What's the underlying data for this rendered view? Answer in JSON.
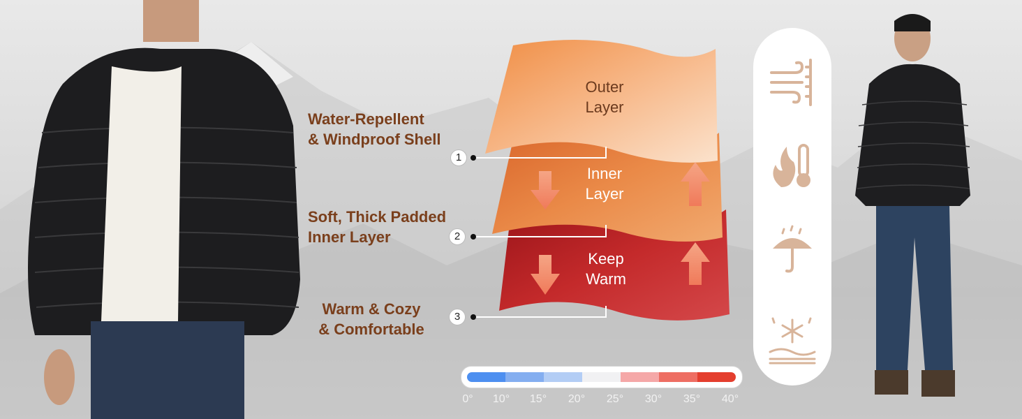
{
  "features": [
    {
      "lines": [
        "Water-Repellent",
        "& Windproof Shell"
      ],
      "number": "1"
    },
    {
      "lines": [
        "Soft, Thick Padded",
        "Inner Layer"
      ],
      "number": "2"
    },
    {
      "lines": [
        "Warm & Cozy",
        "& Comfortable"
      ],
      "number": "3"
    }
  ],
  "layers": [
    {
      "lines": [
        "Outer",
        "Layer"
      ],
      "color": "#f3b486",
      "text_color": "#6b3a1e"
    },
    {
      "lines": [
        "Inner",
        "Layer"
      ],
      "color": "#e67a34",
      "text_color": "#ffffff"
    },
    {
      "lines": [
        "Keep",
        "Warm"
      ],
      "color": "#c0252a",
      "text_color": "#ffffff"
    }
  ],
  "icons": [
    {
      "name": "wind-icon"
    },
    {
      "name": "heat-thermometer-icon"
    },
    {
      "name": "rain-umbrella-icon"
    },
    {
      "name": "snow-insulation-icon"
    }
  ],
  "temperature_scale": {
    "ticks": [
      "0°",
      "10°",
      "15°",
      "20°",
      "25°",
      "30°",
      "35°",
      "40°"
    ],
    "colors": [
      "#4d8ff0",
      "#84aef0",
      "#b3cdf5",
      "#f1f1f3",
      "#f5a8a8",
      "#ee6e63",
      "#e43e2e"
    ]
  },
  "colors": {
    "feature_text": "#7a3f1c",
    "icon_color": "#d8b49a"
  }
}
